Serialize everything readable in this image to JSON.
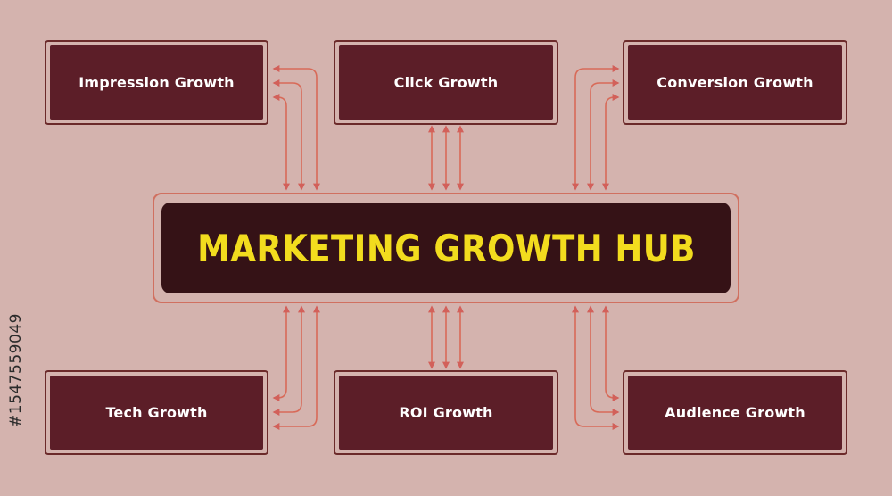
{
  "hub": {
    "title": "MARKETING GROWTH HUB"
  },
  "nodes": {
    "impression": "Impression Growth",
    "click": "Click Growth",
    "conversion": "Conversion Growth",
    "tech": "Tech Growth",
    "roi": "ROI Growth",
    "audience": "Audience Growth"
  },
  "watermark": {
    "stock_id": "#1547559049"
  },
  "colors": {
    "background": "#d4b3ae",
    "box": "#5c1e28",
    "box_border": "#6b2a2a",
    "hub_panel": "#351216",
    "hub_title": "#f2dc1e",
    "connector": "#d2605a"
  }
}
